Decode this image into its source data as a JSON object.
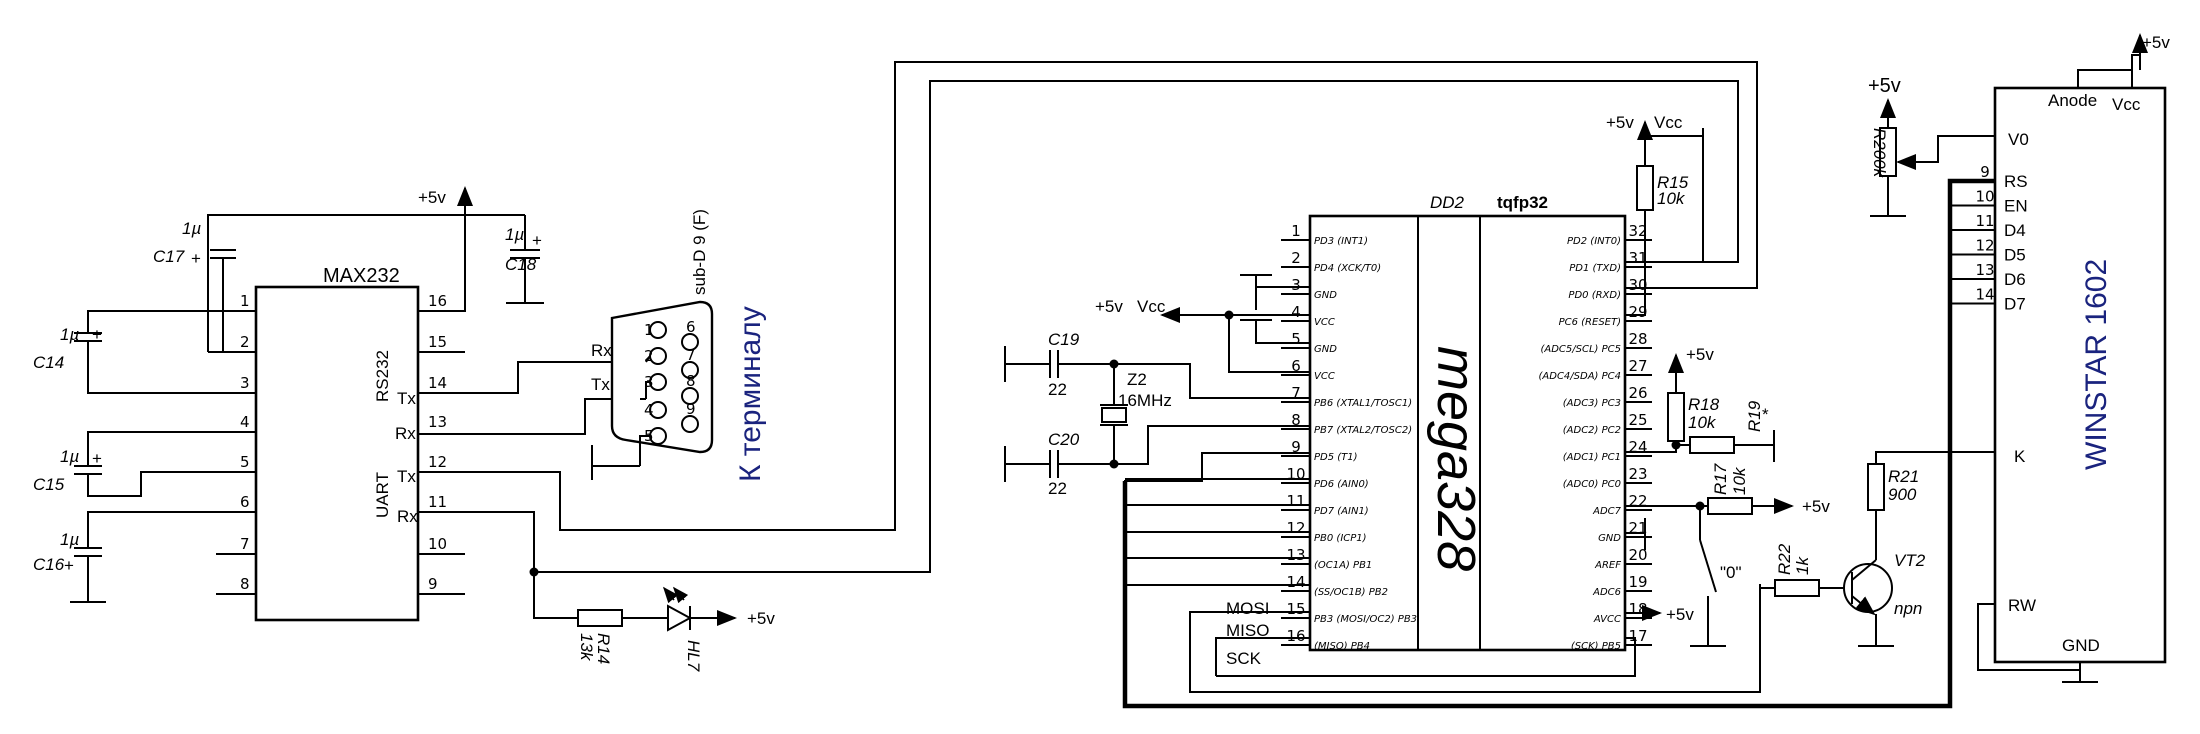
{
  "max232": {
    "name": "MAX232",
    "rs232": "RS232",
    "uart": "UART",
    "pins_left": [
      "1",
      "2",
      "3",
      "4",
      "5",
      "6",
      "7",
      "8"
    ],
    "pins_right": [
      "16",
      "15",
      "14",
      "13",
      "12",
      "11",
      "10",
      "9"
    ],
    "sig": {
      "tx14": "Tx",
      "rx13": "Rx",
      "tx12": "Tx",
      "rx11": "Rx"
    }
  },
  "caps_left": {
    "c17": "C17",
    "c17v": "1µ",
    "c18": "C18",
    "c18v": "1µ",
    "c14": "C14",
    "c14v": "1µ",
    "c15": "C15",
    "c15v": "1µ",
    "c16": "C16",
    "c16v": "1µ"
  },
  "power": {
    "p5v": "+5v",
    "vcc": "Vcc",
    "p5v_big": "+5v"
  },
  "connector": {
    "type": "sub-D 9 (F)",
    "rx": "Rx",
    "tx": "Tx",
    "pins": [
      "1",
      "2",
      "3",
      "4",
      "5",
      "6",
      "7",
      "8",
      "9"
    ],
    "to_terminal": "К терминалу"
  },
  "r14": {
    "name": "R14",
    "value": "13k"
  },
  "hl7": {
    "name": "HL7"
  },
  "mcu": {
    "ref": "DD2",
    "pkg": "tqfp32",
    "name": "mega328",
    "left_pins": [
      {
        "n": "1",
        "f": "PD3 (INT1)"
      },
      {
        "n": "2",
        "f": "PD4 (XCK/T0)"
      },
      {
        "n": "3",
        "f": "GND"
      },
      {
        "n": "4",
        "f": "VCC"
      },
      {
        "n": "5",
        "f": "GND"
      },
      {
        "n": "6",
        "f": "VCC"
      },
      {
        "n": "7",
        "f": "PB6 (XTAL1/TOSC1)"
      },
      {
        "n": "8",
        "f": "PB7 (XTAL2/TOSC2)"
      },
      {
        "n": "9",
        "f": "PD5 (T1)"
      },
      {
        "n": "10",
        "f": "PD6 (AIN0)"
      },
      {
        "n": "11",
        "f": "PD7 (AIN1)"
      },
      {
        "n": "12",
        "f": "PB0 (ICP1)"
      },
      {
        "n": "13",
        "f": "(OC1A) PB1"
      },
      {
        "n": "14",
        "f": "(SS/OC1B) PB2"
      },
      {
        "n": "15",
        "f": "PB3 (MOSI/OC2) PB3"
      },
      {
        "n": "16",
        "f": "(MISO) PB4"
      }
    ],
    "right_pins": [
      {
        "n": "32",
        "f": "PD2 (INT0)"
      },
      {
        "n": "31",
        "f": "PD1 (TXD)"
      },
      {
        "n": "30",
        "f": "PD0 (RXD)"
      },
      {
        "n": "29",
        "f": "PC6 (RESET)"
      },
      {
        "n": "28",
        "f": "(ADC5/SCL) PC5"
      },
      {
        "n": "27",
        "f": "(ADC4/SDA) PC4"
      },
      {
        "n": "26",
        "f": "(ADC3) PC3"
      },
      {
        "n": "25",
        "f": "(ADC2) PC2"
      },
      {
        "n": "24",
        "f": "(ADC1) PC1"
      },
      {
        "n": "23",
        "f": "(ADC0) PC0"
      },
      {
        "n": "22",
        "f": "ADC7"
      },
      {
        "n": "21",
        "f": "GND"
      },
      {
        "n": "20",
        "f": "AREF"
      },
      {
        "n": "19",
        "f": "ADC6"
      },
      {
        "n": "18",
        "f": "AVCC"
      },
      {
        "n": "17",
        "f": "(SCK) PB5"
      }
    ],
    "mosi": "MOSI",
    "miso": "MISO",
    "sck": "SCK"
  },
  "xtal": {
    "c19": "C19",
    "c19v": "22",
    "c20": "C20",
    "c20v": "22",
    "z2": "Z2",
    "z2v": "16MHz"
  },
  "r15": {
    "name": "R15",
    "value": "10k"
  },
  "r18": {
    "name": "R18",
    "value": "10k"
  },
  "r19": {
    "name": "R19",
    "value": "*"
  },
  "r17": {
    "name": "R17",
    "value": "10k"
  },
  "zero_label": "\"0\"",
  "r22": {
    "name": "R22",
    "value": "1k"
  },
  "vt2": {
    "name": "VT2",
    "type": "npn"
  },
  "r21": {
    "name": "R21",
    "value": "900"
  },
  "r200": {
    "name": "R200k"
  },
  "lcd": {
    "name": "WINSTAR 1602",
    "anode": "Anode",
    "vcc": "Vcc",
    "gnd": "GND",
    "v0": "V0",
    "k": "K",
    "rw": "RW",
    "pins": [
      {
        "n": "9",
        "f": "RS"
      },
      {
        "n": "10",
        "f": "EN"
      },
      {
        "n": "11",
        "f": "D4"
      },
      {
        "n": "12",
        "f": "D5"
      },
      {
        "n": "13",
        "f": "D6"
      },
      {
        "n": "14",
        "f": "D7"
      }
    ]
  }
}
